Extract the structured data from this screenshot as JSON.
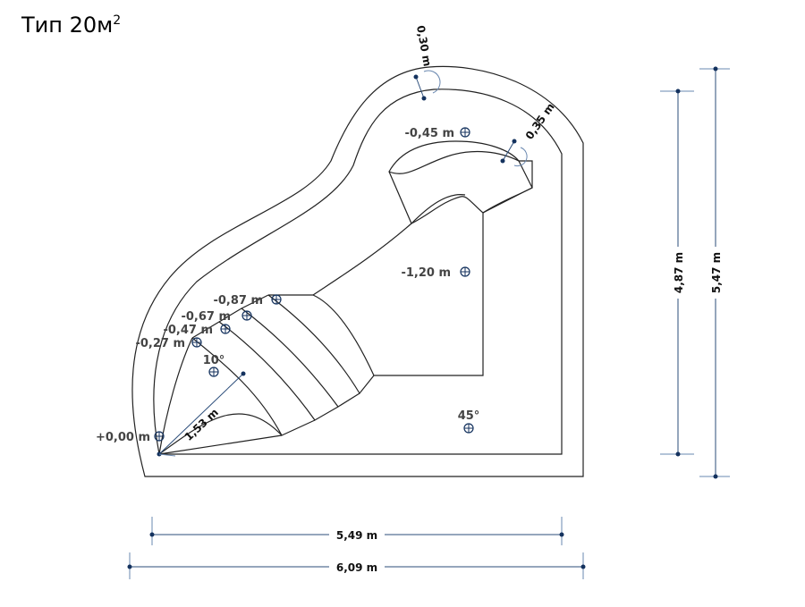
{
  "title": {
    "text": "Тип 20м",
    "sup": "2"
  },
  "levels": {
    "l000": "+0,00 m",
    "l027": "-0,27 m",
    "l047": "-0,47 m",
    "l067": "-0,67 m",
    "l087": "-0,87 m",
    "l045": "-0,45 m",
    "l120": "-1,20 m"
  },
  "angles": {
    "a10": "10°",
    "a45": "45°"
  },
  "dimensions": {
    "width_inner": "5,49 m",
    "width_outer": "6,09 m",
    "height_inner": "4,87 m",
    "height_outer": "5,47 m",
    "wall_top": "0,30 m",
    "wall_right": "0,35 m",
    "radius": "1,53 m"
  }
}
